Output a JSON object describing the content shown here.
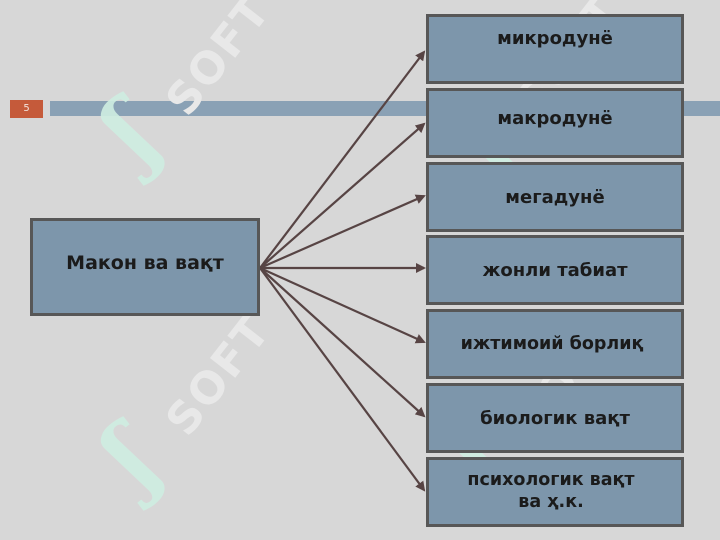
{
  "slide": {
    "page_number": "5"
  },
  "watermark": {
    "text": "SOFT",
    "logo_glyph": "ʃʃ"
  },
  "diagram": {
    "source": "Макон ва вақт",
    "targets": [
      "микродунё",
      "макродунё",
      "мегадунё",
      "жонли табиат",
      "ижтимоий борлиқ",
      "биологик вақт"
    ],
    "last_target": {
      "line1": "психологик вақт",
      "line2": "ва ҳ.к."
    }
  },
  "colors": {
    "box_fill": "#7d96ab",
    "box_border": "#575757",
    "arrow": "#574444",
    "band": "#8aa1b5",
    "page_badge": "#c55a3a",
    "background": "#d7d7d7"
  }
}
